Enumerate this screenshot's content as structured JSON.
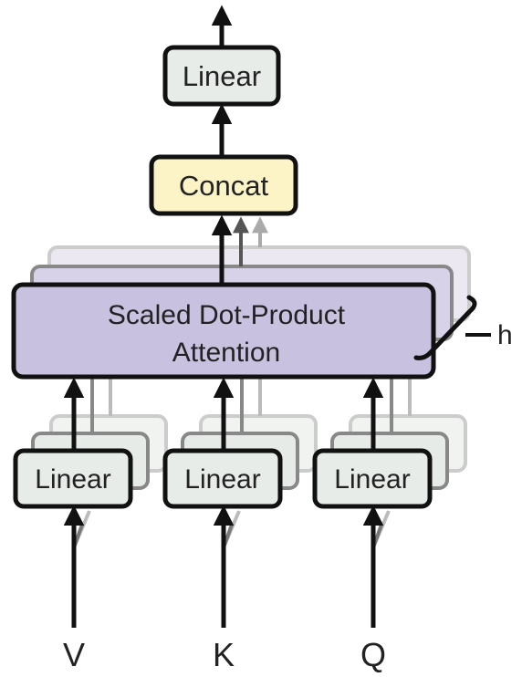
{
  "diagram": {
    "output_linear": {
      "label": "Linear"
    },
    "concat": {
      "label": "Concat",
      "fill": "#fcf4c7"
    },
    "attention": {
      "line1": "Scaled Dot-Product",
      "line2": "Attention",
      "fill": "#c9c1e0"
    },
    "heads_label": "h",
    "input_linears": [
      {
        "label": "Linear"
      },
      {
        "label": "Linear"
      },
      {
        "label": "Linear"
      }
    ],
    "inputs": [
      {
        "label": "V"
      },
      {
        "label": "K"
      },
      {
        "label": "Q"
      }
    ],
    "box_fill": "#e7ece9",
    "stroke": "#111111"
  }
}
